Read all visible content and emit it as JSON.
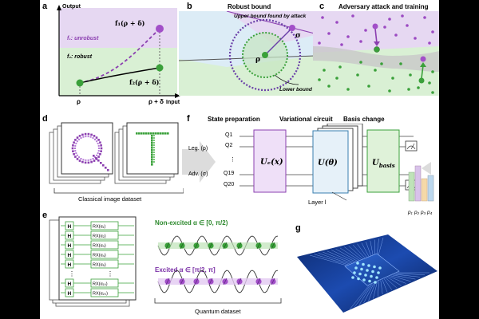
{
  "panels": {
    "a": {
      "letter": "a",
      "y_axis": "Output",
      "x_axis": "Input",
      "f1_point": "f₁(ρ + δ)",
      "f1_desc": "f₁: unrobust",
      "f2_desc": "f₂: robust",
      "f2_point": "f₂(ρ + δ)",
      "tick_rho": "ρ",
      "tick_rho_delta": "ρ + δ"
    },
    "b": {
      "letter": "b",
      "title": "Robust bound",
      "upper": "Upper bound found by attack",
      "sigma": "σ",
      "rho": "ρ",
      "lower": "Lower bound"
    },
    "c": {
      "letter": "c",
      "title": "Adversary attack and training"
    },
    "d": {
      "letter": "d",
      "caption": "Classical image dataset"
    },
    "f": {
      "letter": "f",
      "stage1": "State preparation",
      "stage2": "Variational circuit",
      "stage3": "Basis change",
      "qubits": [
        "Q1",
        "Q2",
        "⋮",
        "Q19",
        "Q20"
      ],
      "leg": "Leg. (ρ)",
      "adv": "Adv. (σ)",
      "ue": "Uₑ(x)",
      "u_theta": "U(θ)",
      "u_basis": "U",
      "u_basis_sub": "basis",
      "layer": "Layer l",
      "probs": [
        "p₁",
        "p₂",
        "p₃",
        "p₄"
      ]
    },
    "e": {
      "letter": "e",
      "non_excited": "Non-excited α ∈ [0, π/2)",
      "excited": "Excited α ∈ [π/2, π]",
      "caption": "Quantum dataset",
      "gates_left": [
        "H",
        "H",
        "H",
        "H",
        "H",
        "⋮",
        "H",
        "H"
      ],
      "gates_right": [
        "RX(α₁)",
        "RX(α₂)",
        "RX(α₃)",
        "RX(α₄)",
        "RX(α₅)",
        "⋮",
        "RX(α₁₉)",
        "RX(α₂₀)"
      ]
    },
    "g": {
      "letter": "g"
    }
  },
  "colors": {
    "purple": "#8b3fb0",
    "green": "#3aa03a",
    "lavender": "#e6d8f2",
    "mint": "#d9f0d4",
    "panel_b_bg": "#dcecf6",
    "chip_blue": "#1c3b8a"
  }
}
